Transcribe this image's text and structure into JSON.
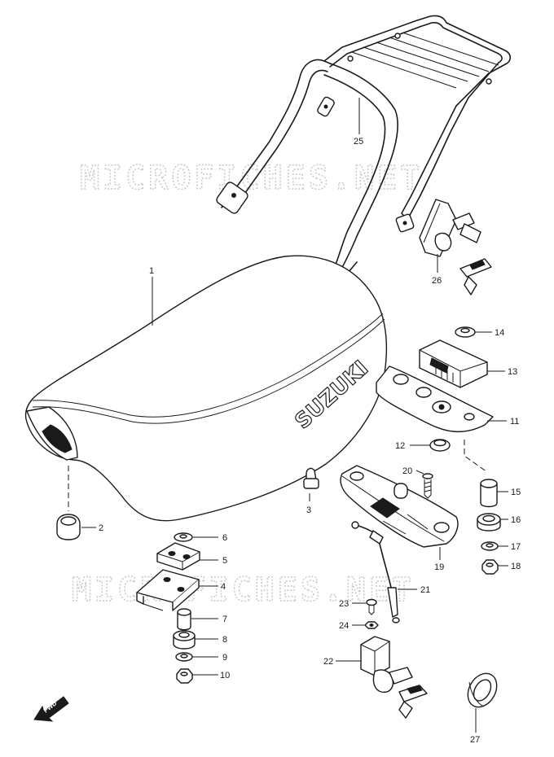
{
  "watermark": "MICROFICHES.NET",
  "seat_brand": "SUZUKI",
  "fwd_label": "FWD",
  "callouts": [
    {
      "id": "p1",
      "label": "1"
    },
    {
      "id": "p2",
      "label": "2"
    },
    {
      "id": "p3",
      "label": "3"
    },
    {
      "id": "p4",
      "label": "4"
    },
    {
      "id": "p5",
      "label": "5"
    },
    {
      "id": "p6",
      "label": "6"
    },
    {
      "id": "p7",
      "label": "7"
    },
    {
      "id": "p8",
      "label": "8"
    },
    {
      "id": "p9",
      "label": "9"
    },
    {
      "id": "p10",
      "label": "10"
    },
    {
      "id": "p11",
      "label": "11"
    },
    {
      "id": "p12",
      "label": "12"
    },
    {
      "id": "p13",
      "label": "13"
    },
    {
      "id": "p14",
      "label": "14"
    },
    {
      "id": "p15",
      "label": "15"
    },
    {
      "id": "p16",
      "label": "16"
    },
    {
      "id": "p17",
      "label": "17"
    },
    {
      "id": "p18",
      "label": "18"
    },
    {
      "id": "p19",
      "label": "19"
    },
    {
      "id": "p20",
      "label": "20"
    },
    {
      "id": "p21",
      "label": "21"
    },
    {
      "id": "p22",
      "label": "22"
    },
    {
      "id": "p23",
      "label": "23"
    },
    {
      "id": "p24",
      "label": "24"
    },
    {
      "id": "p25",
      "label": "25"
    },
    {
      "id": "p26",
      "label": "26"
    },
    {
      "id": "p27",
      "label": "27"
    }
  ]
}
